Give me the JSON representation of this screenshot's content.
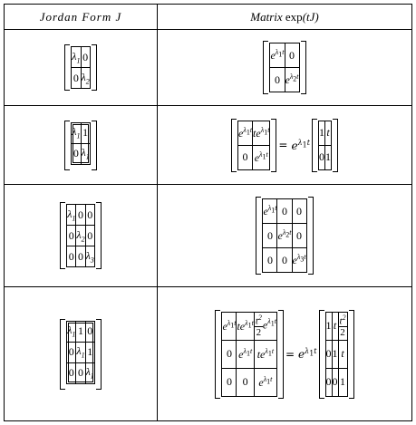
{
  "header": {
    "col1": "Jordan Form J",
    "col2_prefix": "Matrix ",
    "col2_fn": "exp",
    "col2_arg": "(tJ)"
  },
  "rows": [
    {
      "jordan": [
        [
          "λ1",
          "0"
        ],
        [
          "0",
          "λ2"
        ]
      ],
      "exp": [
        [
          "e^{λ1 t}",
          "0"
        ],
        [
          "0",
          "e^{λ2 t}"
        ]
      ]
    },
    {
      "jordan": [
        [
          "λ1",
          "1"
        ],
        [
          "0",
          "λ1"
        ]
      ],
      "exp_lhs": [
        [
          "e^{λ1 t}",
          "te^{λ1 t}"
        ],
        [
          "0",
          "e^{λ1 t}"
        ]
      ],
      "exp_rhs": [
        [
          "1",
          "t"
        ],
        [
          "0",
          "1"
        ]
      ]
    },
    {
      "jordan": [
        [
          "λ1",
          "0",
          "0"
        ],
        [
          "0",
          "λ2",
          "0"
        ],
        [
          "0",
          "0",
          "λ3"
        ]
      ],
      "exp": [
        [
          "e^{λ1 t}",
          "0",
          "0"
        ],
        [
          "0",
          "e^{λ2 t}",
          "0"
        ],
        [
          "0",
          "0",
          "e^{λ3 t}"
        ]
      ]
    },
    {
      "jordan": [
        [
          "λ1",
          "1",
          "0"
        ],
        [
          "0",
          "λ1",
          "1"
        ],
        [
          "0",
          "0",
          "λ1"
        ]
      ],
      "exp_lhs": [
        [
          "e^{λ1 t}",
          "te^{λ1 t}",
          "t²/2 e^{λ1 t}"
        ],
        [
          "0",
          "e^{λ1 t}",
          "te^{λ1 t}"
        ],
        [
          "0",
          "0",
          "e^{λ1 t}"
        ]
      ],
      "exp_rhs": [
        [
          "1",
          "t",
          "t²/2"
        ],
        [
          "0",
          "1",
          "t"
        ],
        [
          "0",
          "0",
          "1"
        ]
      ]
    }
  ],
  "equals": "="
}
